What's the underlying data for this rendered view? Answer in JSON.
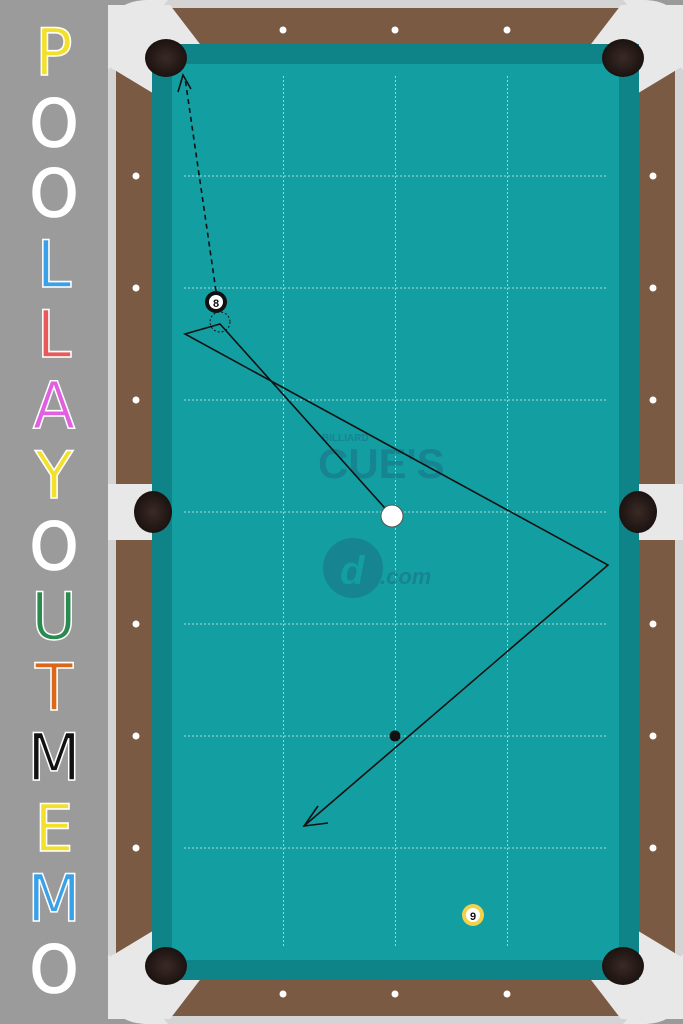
{
  "app": {
    "title_letters": [
      {
        "ch": "P",
        "color": "#f2e02a"
      },
      {
        "ch": "O",
        "color": "#ffffff"
      },
      {
        "ch": "O",
        "color": "#ffffff"
      },
      {
        "ch": "L",
        "color": "#3aa0e8"
      },
      {
        "ch": "L",
        "color": "#e85a5a"
      },
      {
        "ch": "A",
        "color": "#e060e0"
      },
      {
        "ch": "Y",
        "color": "#f2e02a"
      },
      {
        "ch": "O",
        "color": "#ffffff"
      },
      {
        "ch": "U",
        "color": "#2a8a50"
      },
      {
        "ch": "T",
        "color": "#d8691a"
      },
      {
        "ch": "M",
        "color": "#111111"
      },
      {
        "ch": "E",
        "color": "#f2e02a"
      },
      {
        "ch": "M",
        "color": "#3aa0e8"
      },
      {
        "ch": "O",
        "color": "#ffffff"
      }
    ]
  },
  "table": {
    "cloth_color": "#139ea2",
    "rail_color": "#7b5a43",
    "watermark": {
      "brand_small": "BILLIARD",
      "brand_main": "CUE'S",
      "domain": ".com"
    }
  },
  "balls": [
    {
      "id": "cue-ball",
      "label": "",
      "color": "#ffffff"
    },
    {
      "id": "eight-ball",
      "label": "8",
      "color": "#111111"
    },
    {
      "id": "nine-ball",
      "label": "9",
      "color": "#f2d24a"
    }
  ]
}
